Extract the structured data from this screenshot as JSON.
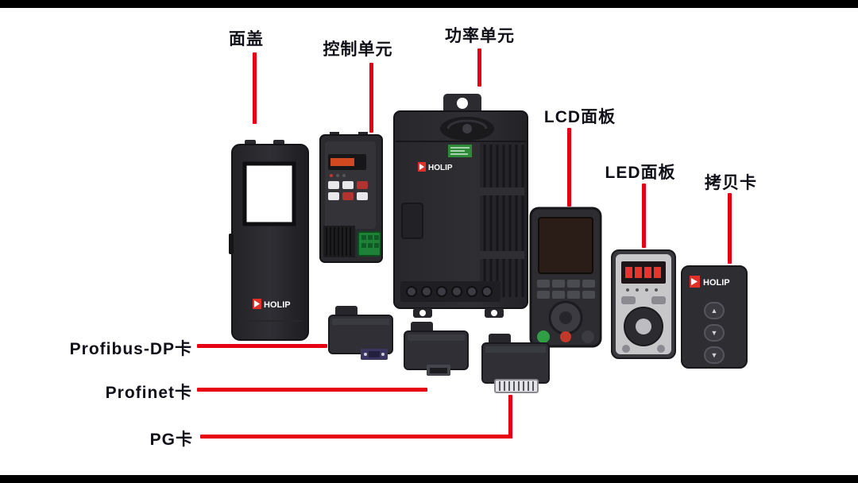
{
  "labels": {
    "front_cover": {
      "text": "面盖"
    },
    "control_unit": {
      "text": "控制单元"
    },
    "power_unit": {
      "text": "功率单元"
    },
    "lcd_panel": {
      "text": "LCD面板"
    },
    "led_panel": {
      "text": "LED面板"
    },
    "copy_card": {
      "text": "拷贝卡"
    },
    "profibus_dp_card": {
      "text": "Profibus-DP卡"
    },
    "profinet_card": {
      "text": "Profinet卡"
    },
    "pg_card": {
      "text": "PG卡"
    }
  },
  "brand": {
    "logo_text": "HOLIP"
  },
  "icons": {
    "up_arrow": "▲",
    "down_arrow": "▼"
  },
  "colors": {
    "callout_line": "#e60012",
    "label_text": "#101018",
    "logo_red": "#e03028",
    "device_dark": "#2c2c31",
    "terminal_green": "#1f8038",
    "led_red": "#e8352c"
  }
}
